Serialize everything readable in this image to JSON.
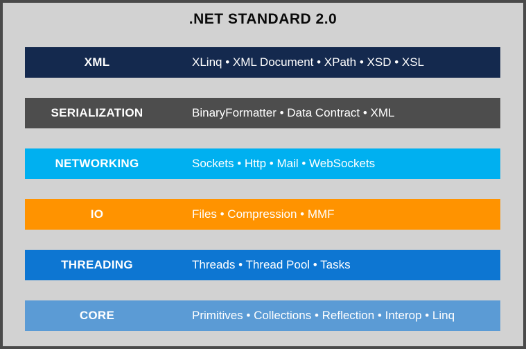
{
  "title": ".NET STANDARD 2.0",
  "separator": " • ",
  "colors": {
    "background": "#d2d2d2",
    "frame_border": "#4a4a4a",
    "title_text": "#0a0a0a",
    "row_text": "#ffffff"
  },
  "rows": [
    {
      "label": "XML",
      "color": "#14294e",
      "items": [
        "XLinq",
        "XML Document",
        "XPath",
        "XSD",
        "XSL"
      ]
    },
    {
      "label": "SERIALIZATION",
      "color": "#4d4d4d",
      "items": [
        "BinaryFormatter",
        "Data Contract",
        "XML"
      ]
    },
    {
      "label": "NETWORKING",
      "color": "#00b0f0",
      "items": [
        "Sockets",
        "Http",
        "Mail",
        "WebSockets"
      ]
    },
    {
      "label": "IO",
      "color": "#ff9300",
      "items": [
        "Files",
        "Compression",
        "MMF"
      ]
    },
    {
      "label": "THREADING",
      "color": "#0d76d2",
      "items": [
        "Threads",
        "Thread Pool",
        "Tasks"
      ]
    },
    {
      "label": "CORE",
      "color": "#5b9bd5",
      "items": [
        "Primitives",
        "Collections",
        "Reflection",
        "Interop",
        "Linq"
      ]
    }
  ],
  "layout": {
    "row_tops": [
      64,
      137,
      210,
      283,
      356,
      429
    ]
  }
}
